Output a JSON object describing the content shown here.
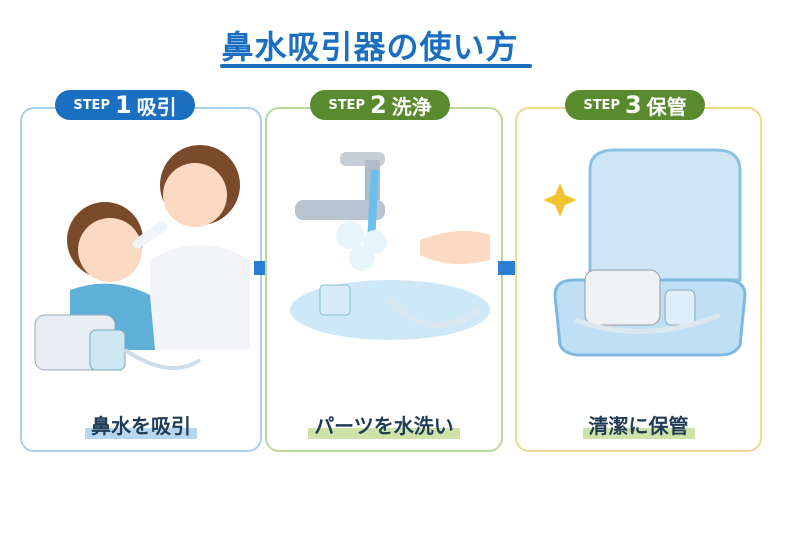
{
  "title": "鼻水吸引器の使い方",
  "steps": [
    {
      "prefix": "STEP",
      "number": "1",
      "label": "吸引",
      "caption": "鼻水を吸引",
      "color": "#1a6fc0",
      "border": "#a8d0ec",
      "highlight": "#b5d8f0"
    },
    {
      "prefix": "STEP",
      "number": "2",
      "label": "洗浄",
      "caption": "パーツを水洗い",
      "color": "#5a8a2e",
      "border": "#b9d89a",
      "highlight": "#cfe3a8"
    },
    {
      "prefix": "STEP",
      "number": "3",
      "label": "保管",
      "caption": "清潔に保管",
      "color": "#5a8a2e",
      "border": "#f0d98a",
      "highlight": "#cfe3a8"
    }
  ]
}
